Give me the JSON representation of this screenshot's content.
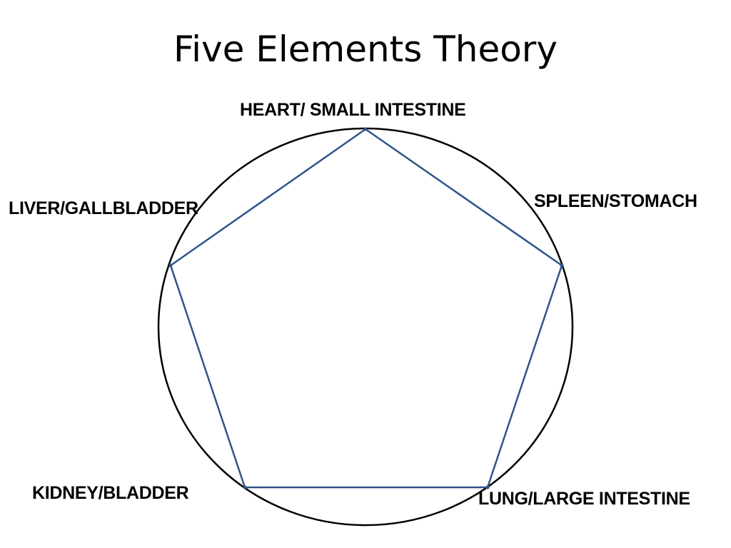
{
  "title": "Five Elements Theory",
  "colors": {
    "circle_stroke": "#000000",
    "pentagon_stroke": "#2e5589",
    "background": "#ffffff"
  },
  "nodes": [
    {
      "id": "heart",
      "label": "HEART/ SMALL INTESTINE"
    },
    {
      "id": "spleen",
      "label": "SPLEEN/STOMACH"
    },
    {
      "id": "lung",
      "label": "LUNG/LARGE INTESTINE"
    },
    {
      "id": "kidney",
      "label": "KIDNEY/BLADDER"
    },
    {
      "id": "liver",
      "label": "LIVER/GALLBLADDER"
    }
  ],
  "edges": [
    {
      "from": "heart",
      "to": "spleen"
    },
    {
      "from": "spleen",
      "to": "lung"
    },
    {
      "from": "lung",
      "to": "kidney"
    },
    {
      "from": "kidney",
      "to": "liver"
    },
    {
      "from": "liver",
      "to": "heart"
    }
  ]
}
